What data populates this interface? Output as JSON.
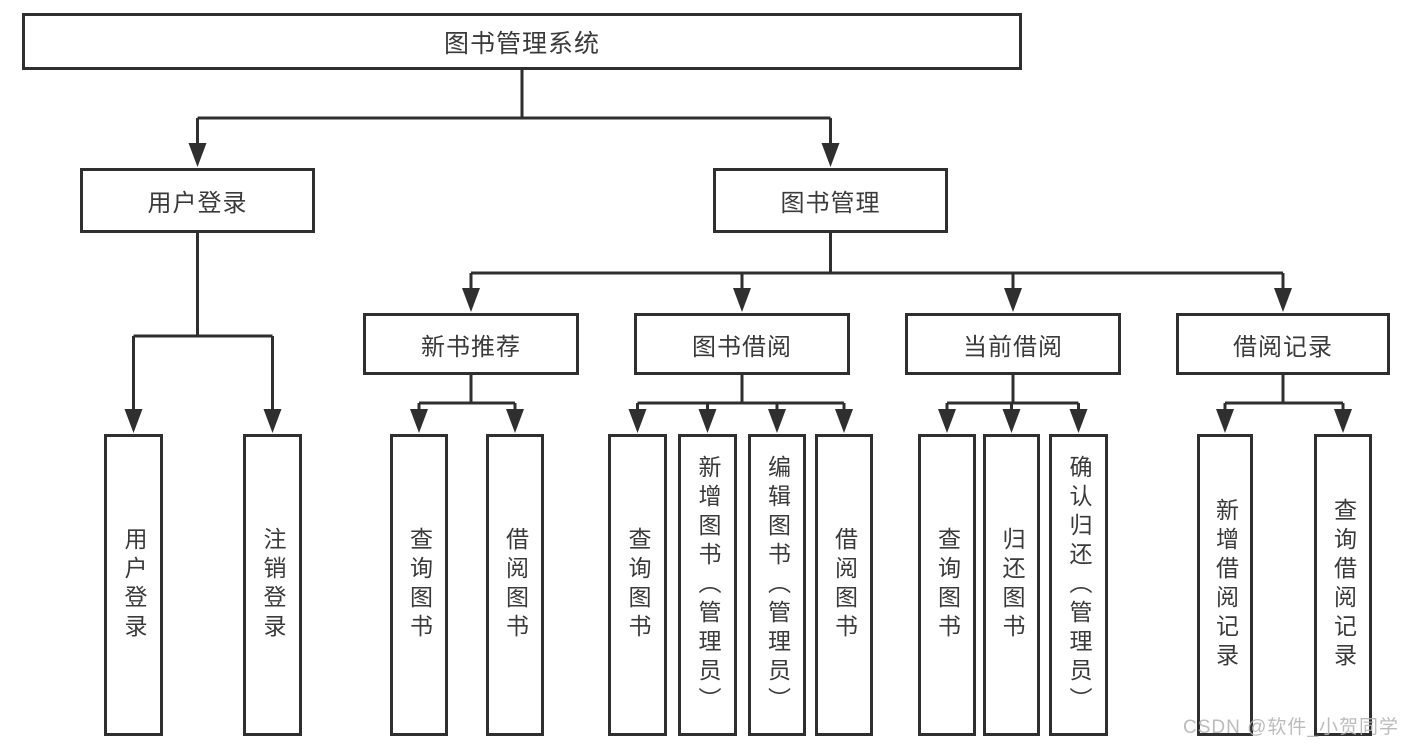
{
  "tree": {
    "label": "图书管理系统",
    "children": [
      {
        "label": "用户登录",
        "children": [
          {
            "label": "用户登录"
          },
          {
            "label": "注销登录"
          }
        ]
      },
      {
        "label": "图书管理",
        "children": [
          {
            "label": "新书推荐",
            "children": [
              {
                "label": "查询图书"
              },
              {
                "label": "借阅图书"
              }
            ]
          },
          {
            "label": "图书借阅",
            "children": [
              {
                "label": "查询图书"
              },
              {
                "label": "新增图书（管理员）"
              },
              {
                "label": "编辑图书（管理员）"
              },
              {
                "label": "借阅图书"
              }
            ]
          },
          {
            "label": "当前借阅",
            "children": [
              {
                "label": "查询图书"
              },
              {
                "label": "归还图书"
              },
              {
                "label": "确认归还（管理员）"
              }
            ]
          },
          {
            "label": "借阅记录",
            "children": [
              {
                "label": "新增借阅记录"
              },
              {
                "label": "查询借阅记录"
              }
            ]
          }
        ]
      }
    ]
  },
  "watermark": {
    "text": "CSDN @软件_小贺同学"
  },
  "colors": {
    "line": "#2f2f2f",
    "text": "#3a3a3a",
    "watermark": "#b5b5b8",
    "background": "#ffffff"
  }
}
